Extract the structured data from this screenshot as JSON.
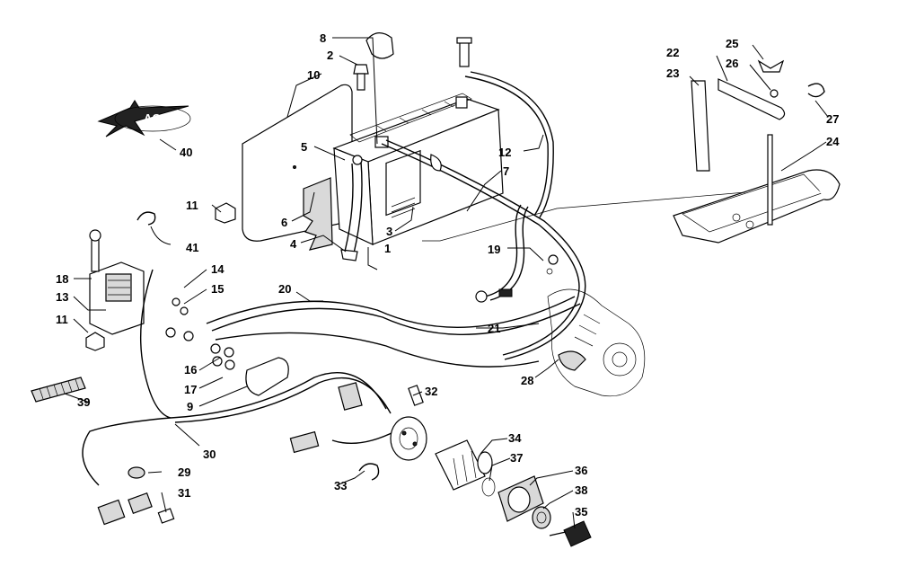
{
  "callouts": [
    {
      "id": "c1",
      "label": "1"
    },
    {
      "id": "c2",
      "label": "2"
    },
    {
      "id": "c3",
      "label": "3"
    },
    {
      "id": "c4",
      "label": "4"
    },
    {
      "id": "c5",
      "label": "5"
    },
    {
      "id": "c6",
      "label": "6"
    },
    {
      "id": "c7",
      "label": "7"
    },
    {
      "id": "c8",
      "label": "8"
    },
    {
      "id": "c9",
      "label": "9"
    },
    {
      "id": "c10",
      "label": "10"
    },
    {
      "id": "c11a",
      "label": "11"
    },
    {
      "id": "c11b",
      "label": "11"
    },
    {
      "id": "c12",
      "label": "12"
    },
    {
      "id": "c13",
      "label": "13"
    },
    {
      "id": "c14",
      "label": "14"
    },
    {
      "id": "c15",
      "label": "15"
    },
    {
      "id": "c16",
      "label": "16"
    },
    {
      "id": "c17",
      "label": "17"
    },
    {
      "id": "c18",
      "label": "18"
    },
    {
      "id": "c19",
      "label": "19"
    },
    {
      "id": "c20",
      "label": "20"
    },
    {
      "id": "c21",
      "label": "21"
    },
    {
      "id": "c22",
      "label": "22"
    },
    {
      "id": "c23",
      "label": "23"
    },
    {
      "id": "c24",
      "label": "24"
    },
    {
      "id": "c25",
      "label": "25"
    },
    {
      "id": "c26",
      "label": "26"
    },
    {
      "id": "c27",
      "label": "27"
    },
    {
      "id": "c28",
      "label": "28"
    },
    {
      "id": "c29",
      "label": "29"
    },
    {
      "id": "c30",
      "label": "30"
    },
    {
      "id": "c31",
      "label": "31"
    },
    {
      "id": "c32",
      "label": "32"
    },
    {
      "id": "c33",
      "label": "33"
    },
    {
      "id": "c34",
      "label": "34"
    },
    {
      "id": "c35",
      "label": "35"
    },
    {
      "id": "c36",
      "label": "36"
    },
    {
      "id": "c37",
      "label": "37"
    },
    {
      "id": "c38",
      "label": "38"
    },
    {
      "id": "c39",
      "label": "39"
    },
    {
      "id": "c40",
      "label": "40"
    },
    {
      "id": "c41",
      "label": "41"
    }
  ],
  "logo": {
    "text": "ACS"
  },
  "colors": {
    "ink": "#000000",
    "paper": "#ffffff",
    "shade": "#d9d9d9"
  }
}
